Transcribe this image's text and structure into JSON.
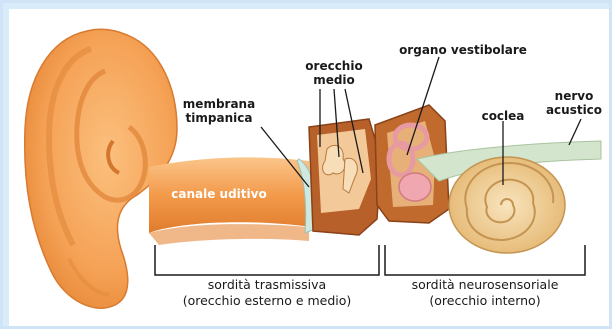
{
  "labels": {
    "orecchio_medio_1": "orecchio",
    "orecchio_medio_2": "medio",
    "organo_vestibolare": "organo vestibolare",
    "membrana_1": "membrana",
    "membrana_2": "timpanica",
    "coclea": "coclea",
    "nervo_1": "nervo",
    "nervo_2": "acustico",
    "canale_uditivo": "canale uditivo",
    "trasmissiva_1": "sordità trasmissiva",
    "trasmissiva_2": "(orecchio esterno e medio)",
    "neuro_1": "sordità neurosensoriale",
    "neuro_2": "(orecchio interno)"
  },
  "colors": {
    "skin": "#f6a559",
    "skin_dark": "#e07c2c",
    "skin_light": "#fbc58a",
    "bone": "#b8602a",
    "drum": "#cfe8e0",
    "nerve": "#d3e6cd",
    "cochlea": "#f2d7a3",
    "frame": "#d9ecfa"
  }
}
